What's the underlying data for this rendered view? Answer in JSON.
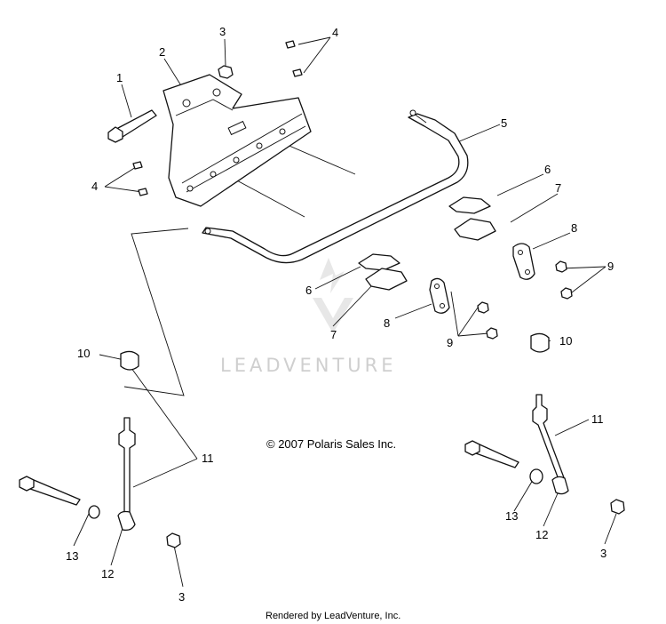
{
  "callouts": [
    "1",
    "2",
    "3",
    "4",
    "4",
    "5",
    "6",
    "7",
    "8",
    "9",
    "6",
    "7",
    "8",
    "9",
    "10",
    "10",
    "11",
    "11",
    "13",
    "12",
    "3",
    "13",
    "12",
    "3"
  ],
  "copyright": "© 2007 Polaris Sales Inc.",
  "watermark": "LEADVENTURE",
  "footer": "Rendered by LeadVenture, Inc."
}
